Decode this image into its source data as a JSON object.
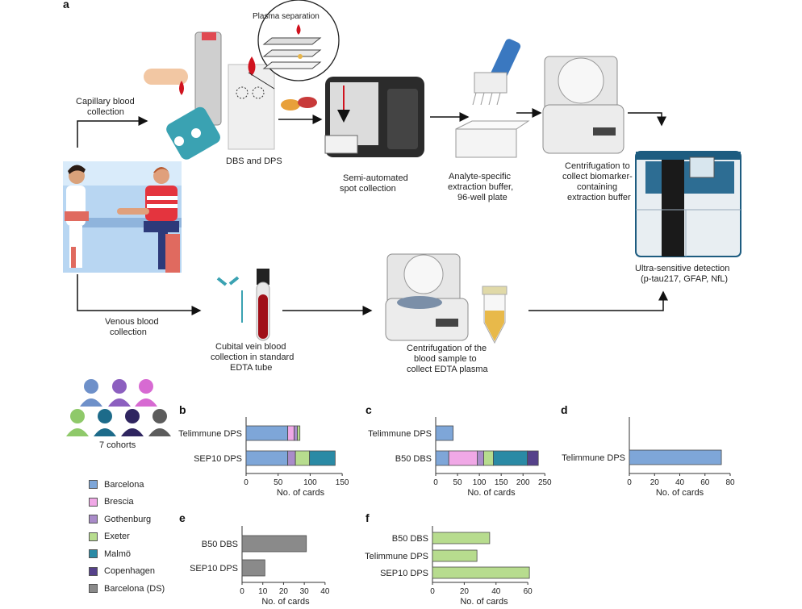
{
  "panel_letters": {
    "a": "a",
    "b": "b",
    "c": "c",
    "d": "d",
    "e": "e",
    "f": "f"
  },
  "diagram": {
    "plasma_separation": "Plasma separation",
    "capillary": [
      "Capillary blood",
      "collection"
    ],
    "dbs_dps": "DBS and DPS",
    "semi_auto": [
      "Semi-automated",
      "spot collection"
    ],
    "analyte": [
      "Analyte-specific",
      "extraction buffer,",
      "96-well plate"
    ],
    "centrifugation1": [
      "Centrifugation to",
      "collect biomarker-",
      "containing",
      "extraction buffer"
    ],
    "ultra": [
      "Ultra-sensitive detection",
      "(p-tau217, GFAP, NfL)"
    ],
    "venous": [
      "Venous blood",
      "collection"
    ],
    "cubital": [
      "Cubital vein blood",
      "collection in standard",
      "EDTA tube"
    ],
    "centrifugation2": [
      "Centrifugation of the",
      "blood sample to",
      "collect EDTA plasma"
    ],
    "cohorts": "7 cohorts"
  },
  "colors": {
    "Barcelona": "#7ea6d8",
    "Brescia": "#f0a8e6",
    "Gothenburg": "#a98bc9",
    "Exeter": "#b7dc8e",
    "Malmö": "#2a8aa5",
    "Copenhagen": "#55418a",
    "Barcelona (DS)": "#8a8a8a"
  },
  "legend": [
    "Barcelona",
    "Brescia",
    "Gothenburg",
    "Exeter",
    "Malmö",
    "Copenhagen",
    "Barcelona (DS)"
  ],
  "chart_data": [
    {
      "panel": "b",
      "type": "bar",
      "orientation": "horizontal",
      "stacked": true,
      "categories": [
        "Telimmune DPS",
        "SEP10 DPS"
      ],
      "series": [
        {
          "name": "Barcelona",
          "values": [
            65,
            65
          ]
        },
        {
          "name": "Brescia",
          "values": [
            10,
            0
          ]
        },
        {
          "name": "Gothenburg",
          "values": [
            5,
            12
          ]
        },
        {
          "name": "Exeter",
          "values": [
            4,
            22
          ]
        },
        {
          "name": "Malmö",
          "values": [
            0,
            40
          ]
        },
        {
          "name": "Copenhagen",
          "values": [
            0,
            0
          ]
        },
        {
          "name": "Barcelona (DS)",
          "values": [
            0,
            0
          ]
        }
      ],
      "xlabel": "No. of cards",
      "xlim": [
        0,
        170
      ],
      "xticks": [
        0,
        50,
        100,
        150
      ]
    },
    {
      "panel": "c",
      "type": "bar",
      "orientation": "horizontal",
      "stacked": true,
      "categories": [
        "Telimmune DPS",
        "B50 DBS"
      ],
      "series": [
        {
          "name": "Barcelona",
          "values": [
            40,
            30
          ]
        },
        {
          "name": "Brescia",
          "values": [
            0,
            65
          ]
        },
        {
          "name": "Gothenburg",
          "values": [
            0,
            15
          ]
        },
        {
          "name": "Exeter",
          "values": [
            0,
            22
          ]
        },
        {
          "name": "Malmö",
          "values": [
            0,
            78
          ]
        },
        {
          "name": "Copenhagen",
          "values": [
            0,
            25
          ]
        },
        {
          "name": "Barcelona (DS)",
          "values": [
            0,
            0
          ]
        }
      ],
      "xlabel": "No. of cards",
      "xlim": [
        0,
        255
      ],
      "xticks": [
        0,
        50,
        100,
        150,
        200,
        250
      ]
    },
    {
      "panel": "d",
      "type": "bar",
      "orientation": "horizontal",
      "stacked": true,
      "categories": [
        "Telimmune DPS"
      ],
      "series": [
        {
          "name": "Barcelona",
          "values": [
            73
          ]
        }
      ],
      "xlabel": "No. of cards",
      "xlim": [
        0,
        80
      ],
      "xticks": [
        0,
        20,
        40,
        60,
        80
      ]
    },
    {
      "panel": "e",
      "type": "bar",
      "orientation": "horizontal",
      "stacked": true,
      "categories": [
        "B50 DBS",
        "SEP10 DPS"
      ],
      "series": [
        {
          "name": "Barcelona (DS)",
          "values": [
            31,
            11
          ]
        }
      ],
      "xlabel": "No. of cards",
      "xlim": [
        0,
        42
      ],
      "xticks": [
        0,
        10,
        20,
        30,
        40
      ]
    },
    {
      "panel": "f",
      "type": "bar",
      "orientation": "horizontal",
      "stacked": true,
      "categories": [
        "B50 DBS",
        "Telimmune DPS",
        "SEP10 DPS"
      ],
      "series": [
        {
          "name": "Exeter",
          "values": [
            36,
            28,
            61
          ]
        }
      ],
      "xlabel": "No. of cards",
      "xlim": [
        0,
        65
      ],
      "xticks": [
        0,
        20,
        40,
        60
      ]
    }
  ]
}
